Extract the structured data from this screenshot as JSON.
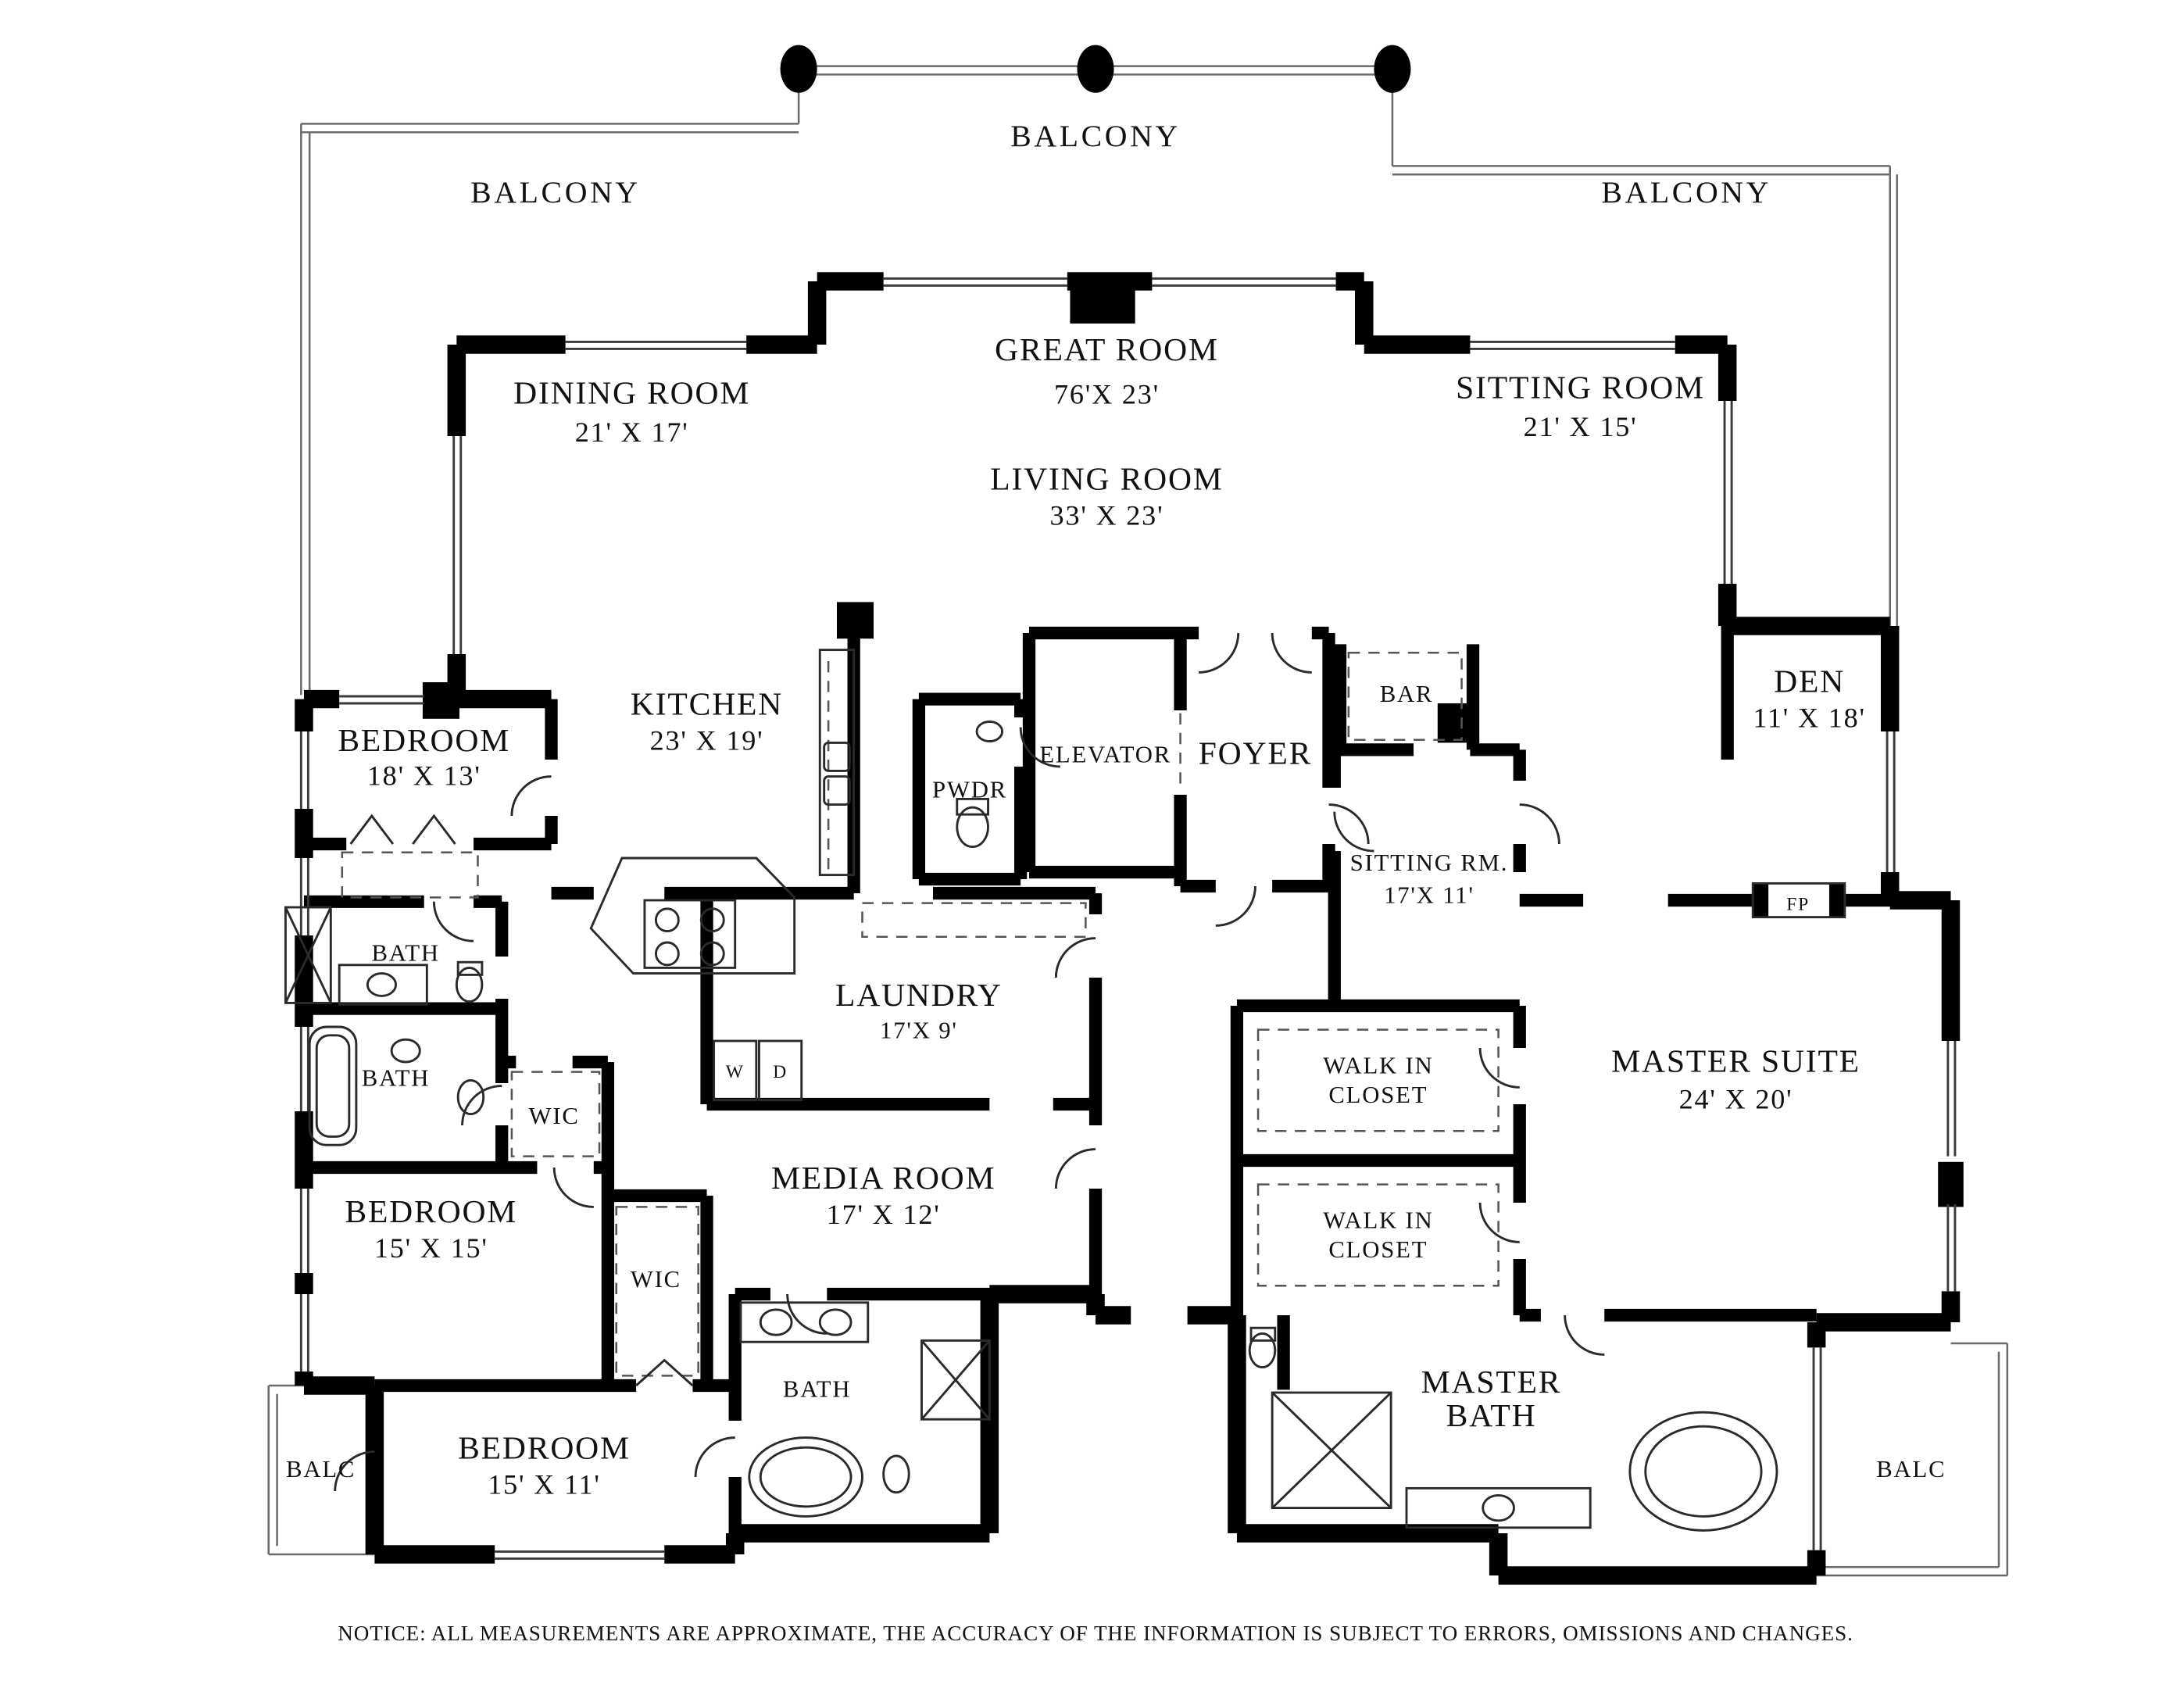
{
  "notice": "NOTICE: ALL MEASUREMENTS ARE APPROXIMATE, THE ACCURACY OF THE INFORMATION IS SUBJECT TO ERRORS, OMISSIONS AND CHANGES.",
  "balconies": {
    "top_left": "BALCONY",
    "top_center": "BALCONY",
    "top_right": "BALCONY",
    "bottom_left": "BALC",
    "bottom_right": "BALC"
  },
  "rooms": {
    "great_room": {
      "name": "GREAT ROOM",
      "dims": "76'X 23'"
    },
    "living_room": {
      "name": "LIVING ROOM",
      "dims": "33' X 23'"
    },
    "dining_room": {
      "name": "DINING ROOM",
      "dims": "21' X 17'"
    },
    "sitting_room": {
      "name": "SITTING ROOM",
      "dims": "21' X 15'"
    },
    "bedroom_18x13": {
      "name": "BEDROOM",
      "dims": "18' X 13'"
    },
    "kitchen": {
      "name": "KITCHEN",
      "dims": "23' X 19'"
    },
    "pwdr": {
      "name": "PWDR"
    },
    "elevator": {
      "name": "ELEVATOR"
    },
    "foyer": {
      "name": "FOYER"
    },
    "bar": {
      "name": "BAR"
    },
    "den": {
      "name": "DEN",
      "dims": "11' X 18'"
    },
    "sitting_rm": {
      "name": "SITTING RM.",
      "dims": "17'X 11'"
    },
    "fireplace": {
      "name": "FP"
    },
    "bath_upper": {
      "name": "BATH"
    },
    "bath_lower": {
      "name": "BATH"
    },
    "wic_upper": {
      "name": "WIC"
    },
    "laundry": {
      "name": "LAUNDRY",
      "dims": "17'X 9'"
    },
    "washer": {
      "name": "W"
    },
    "dryer": {
      "name": "D"
    },
    "media_room": {
      "name": "MEDIA ROOM",
      "dims": "17' X 12'"
    },
    "walk_in_closet_1": {
      "line1": "WALK IN",
      "line2": "CLOSET"
    },
    "walk_in_closet_2": {
      "line1": "WALK IN",
      "line2": "CLOSET"
    },
    "master_suite": {
      "name": "MASTER SUITE",
      "dims": "24' X 20'"
    },
    "bedroom_15x15": {
      "name": "BEDROOM",
      "dims": "15' X 15'"
    },
    "wic_lower": {
      "name": "WIC"
    },
    "bedroom_15x11": {
      "name": "BEDROOM",
      "dims": "15' X 11'"
    },
    "bath_center": {
      "name": "BATH"
    },
    "master_bath": {
      "line1": "MASTER",
      "line2": "BATH"
    },
    "balc_left": {
      "name": "BALC"
    },
    "balc_right": {
      "name": "BALC"
    }
  }
}
